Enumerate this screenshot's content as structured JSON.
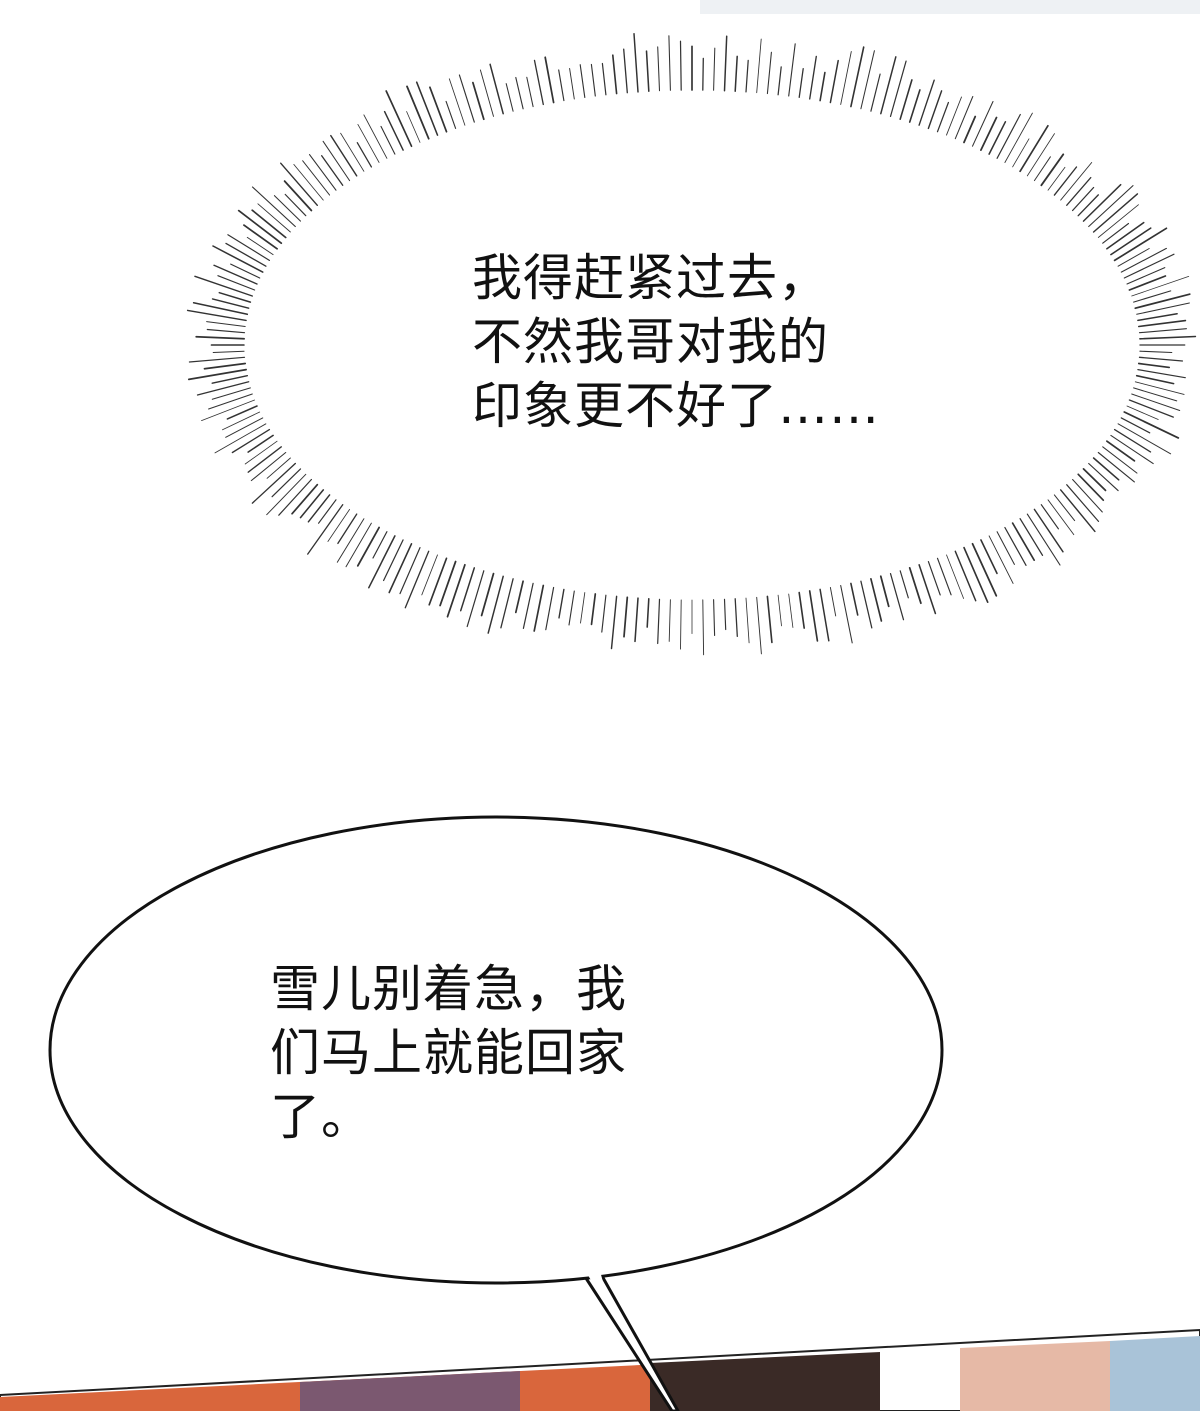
{
  "panels": {
    "thought_bubble": {
      "lines": [
        "我得赶紧过去，",
        "不然我哥对我的",
        "印象更不好了……"
      ]
    },
    "speech_bubble": {
      "lines": [
        "雪儿别着急，我",
        "们马上就能回家",
        "了。"
      ]
    }
  },
  "colors": {
    "background": "#ffffff",
    "ink": "#111111",
    "scene_dark": "#3a2a26",
    "scene_orange": "#d9663c",
    "scene_skin": "#e6b9a6",
    "scene_blue": "#a9c3d8"
  }
}
